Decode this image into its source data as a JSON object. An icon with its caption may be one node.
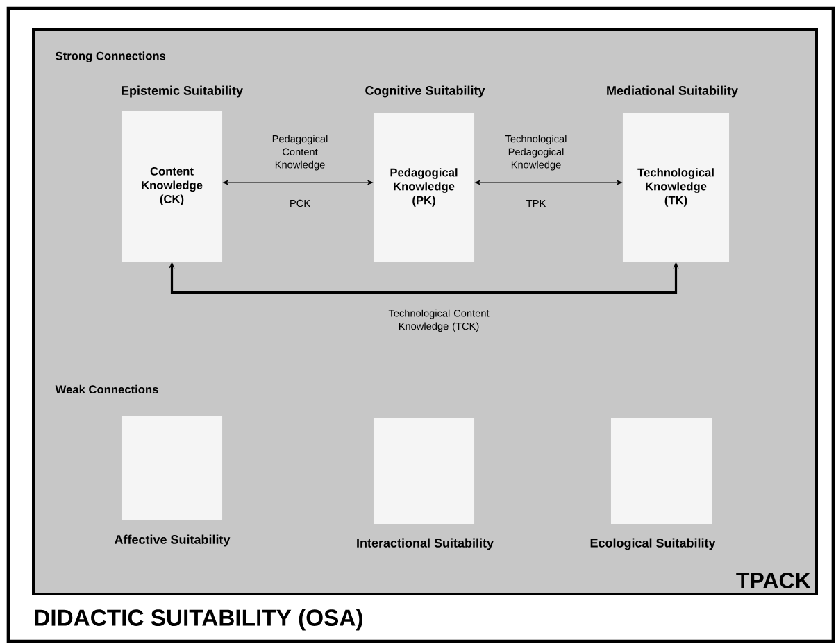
{
  "diagram": {
    "title": "DIDACTIC SUITABILITY (OSA)",
    "nodes": [
      {
        "text": [
          "TPACK"
        ]
      },
      {
        "text": [
          "Content Knowledge (CK)"
        ],
        "beside": [
          "Epistemic Suitability"
        ],
        "in": 0
      },
      {
        "text": [
          "Pedagogical Knowledge (PK)"
        ],
        "beside": [
          "Cognitive Suitability"
        ],
        "in": 0
      },
      {
        "text": [
          "Technological Knowledge (TK)"
        ],
        "beside": [
          "Mediational Suitability"
        ],
        "in": 0
      },
      {
        "text": [],
        "shape": "box",
        "beside": [
          "Affective Suitability"
        ],
        "in": 0
      },
      {
        "text": [],
        "shape": "box",
        "beside": [
          "Interactional Suitability"
        ],
        "in": 0
      },
      {
        "text": [],
        "shape": "box",
        "beside": [
          "Ecological Suitability"
        ],
        "in": 0
      }
    ],
    "edges": [
      {
        "from": 1,
        "to": 2,
        "arrow": "both",
        "label": "Pedagogical Content Knowledge"
      },
      {
        "from": 2,
        "to": 3,
        "arrow": "both",
        "label": "Technological Pedagogical Knowledge"
      },
      {
        "from": 1,
        "to": 3,
        "arrow": "both",
        "label": "Technological Content Knowledge (TCK)",
        "style": "thick"
      }
    ],
    "labels": [
      "Strong Connections",
      "PCK",
      "TPK",
      "Weak Connections"
    ]
  }
}
